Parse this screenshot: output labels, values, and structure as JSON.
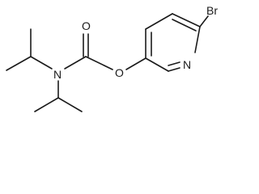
{
  "molecule": {
    "atoms": {
      "bromine": "Br",
      "ring_nitrogen": "N",
      "ester_oxygen": "O",
      "carbonyl_oxygen": "O",
      "amide_nitrogen": "N"
    }
  }
}
